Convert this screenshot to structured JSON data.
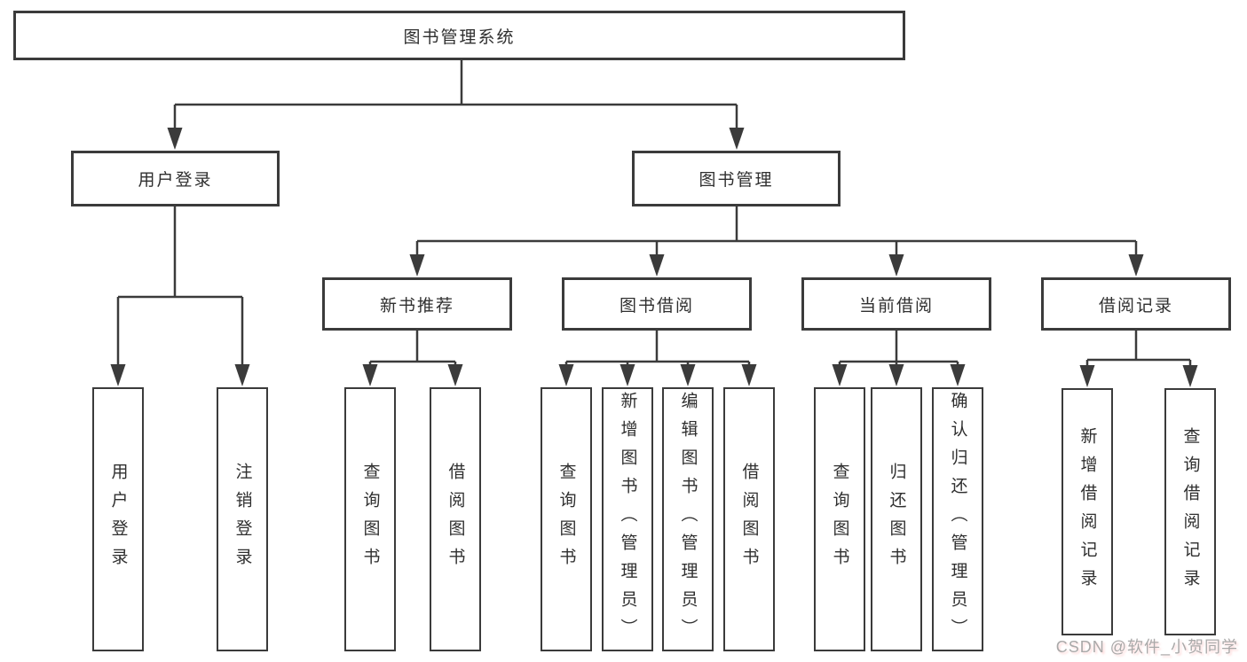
{
  "title": "图书管理系统",
  "colors": {
    "line": "#3b3b3b",
    "box_border": "#3b3b3b",
    "text": "#2f2f2f",
    "watermark": "#a9a9a9",
    "background": "#ffffff"
  },
  "tree": {
    "root": {
      "label": "图书管理系统"
    },
    "branches": [
      {
        "label": "用户登录",
        "children": [
          {
            "label": "用户登录"
          },
          {
            "label": "注销登录"
          }
        ]
      },
      {
        "label": "图书管理",
        "children": [
          {
            "label": "新书推荐",
            "children": [
              {
                "label": "查询图书"
              },
              {
                "label": "借阅图书"
              }
            ]
          },
          {
            "label": "图书借阅",
            "children": [
              {
                "label": "查询图书"
              },
              {
                "label": "新增图书（管理员）"
              },
              {
                "label": "编辑图书（管理员）"
              },
              {
                "label": "借阅图书"
              }
            ]
          },
          {
            "label": "当前借阅",
            "children": [
              {
                "label": "查询图书"
              },
              {
                "label": "归还图书"
              },
              {
                "label": "确认归还（管理员）"
              }
            ]
          },
          {
            "label": "借阅记录",
            "children": [
              {
                "label": "新增借阅记录"
              },
              {
                "label": "查询借阅记录"
              }
            ]
          }
        ]
      }
    ]
  },
  "watermark": {
    "text": "CSDN @软件_小贺同学"
  }
}
